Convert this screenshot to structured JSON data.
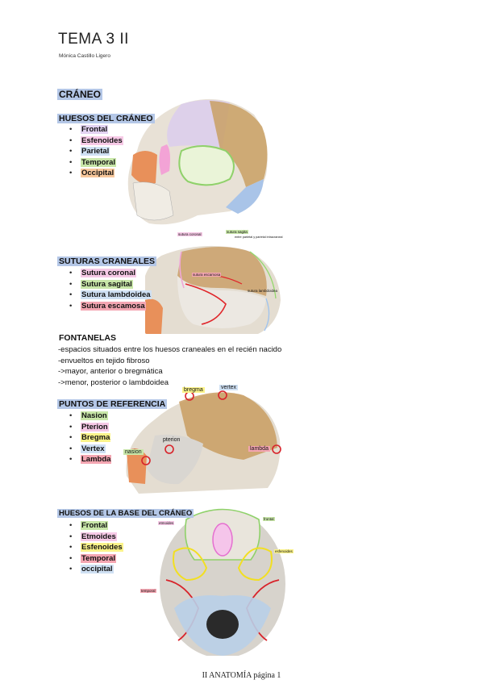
{
  "title": "TEMA 3 II",
  "author": "Mónica Castillo Ligero",
  "main_heading": "CRÁNEO",
  "sections": {
    "huesos": {
      "heading": "HUESOS DEL CRÁNEO",
      "items": [
        {
          "label": "Frontal",
          "color": "#e3d3f2"
        },
        {
          "label": "Esfenoides",
          "color": "#f6c9e6"
        },
        {
          "label": "Parietal",
          "color": "#cfe0f3"
        },
        {
          "label": "Temporal",
          "color": "#c8e6a8"
        },
        {
          "label": "Occipital",
          "color": "#f8c89c"
        }
      ]
    },
    "suturas": {
      "heading": "SUTURAS CRANEALES",
      "items": [
        {
          "label": "Sutura coronal",
          "color": "#f6c9e6"
        },
        {
          "label": "Sutura sagital",
          "color": "#c8e6a8"
        },
        {
          "label": "Sutura lambdoidea",
          "color": "#cfe0f3"
        },
        {
          "label": "Sutura escamosa",
          "color": "#f4a6b2"
        }
      ],
      "img_labels": {
        "coronal": "sutura coronal",
        "sagital": "sutura sagita",
        "sagital_note": "entre parietal y parietal intracraneal",
        "escamosa": "sutura escamosa",
        "lambdoidea": "sutura lambdoidea"
      }
    },
    "fontanelas": {
      "heading": "FONTANELAS",
      "lines": [
        "-espacios situados entre los huesos craneales en el recién nacido",
        "-envueltos en tejido fibroso",
        "->mayor, anterior o bregmática",
        "->menor, posterior o lambdoidea"
      ]
    },
    "puntos": {
      "heading": "PUNTOS DE REFERENCIA",
      "items": [
        {
          "label": "Nasion",
          "color": "#c8e6a8"
        },
        {
          "label": "Pterion",
          "color": "#f6c9e6"
        },
        {
          "label": "Bregma",
          "color": "#fbf38a"
        },
        {
          "label": "Vertex",
          "color": "#cfe0f3"
        },
        {
          "label": "Lambda",
          "color": "#f4a6b2"
        }
      ],
      "img_labels": {
        "bregma": "bregma",
        "vertex": "vertex",
        "pterion": "pterion",
        "nasion": "nasion",
        "lambda": "lambda"
      }
    },
    "base": {
      "heading": "HUESOS DE LA BASE DEL CRÁNEO",
      "items": [
        {
          "label": "Frontal",
          "color": "#c8e6a8"
        },
        {
          "label": "Etmoides",
          "color": "#f6c9e6"
        },
        {
          "label": "Esfenoides",
          "color": "#fbf38a"
        },
        {
          "label": "Temporal",
          "color": "#f4a6b2"
        },
        {
          "label": "occipital",
          "color": "#cfe0f3"
        }
      ],
      "img_labels": {
        "etmoides": "etmoides",
        "frontal": "frontal",
        "esfenoides": "esfenoides",
        "temporal": "temporal"
      }
    }
  },
  "footer": "II ANATOMÍA página 1"
}
